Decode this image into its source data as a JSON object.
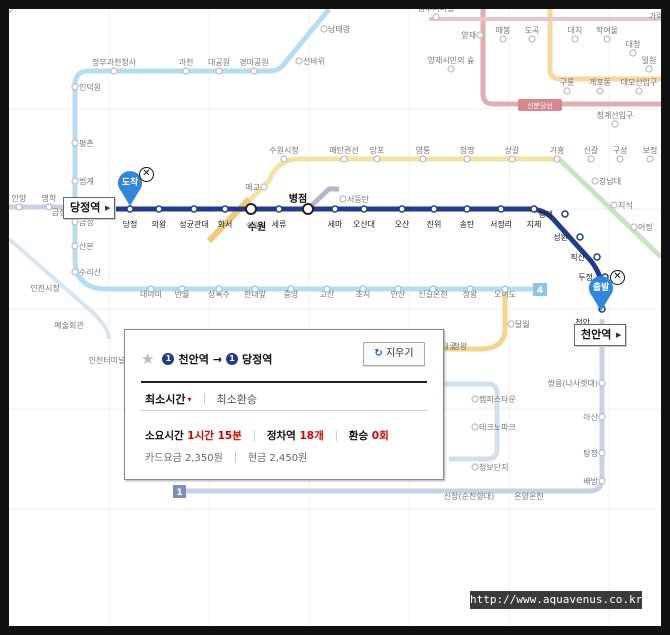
{
  "colors": {
    "line1": "#233a8e",
    "line1_light": "#c6d2e6",
    "line4": "#b7dcf0",
    "sinbundang": "#e0aeb2",
    "line3": "#f6d7a0",
    "bundang": "#f3e3a3",
    "gyeonggang": "#c6e6c0",
    "arrive_pin": "#2e86de",
    "accent_red": "#dd0000"
  },
  "stations": {
    "top": [
      "남부터미널",
      "양재",
      "매봉",
      "도곡",
      "대치",
      "학여울",
      "대청",
      "일원",
      "양재시민의 숲",
      "구룡",
      "개포동",
      "대모산입구",
      "청계산입구",
      "신분당선",
      "가락"
    ],
    "line4_upper": [
      "정부과천청사",
      "과천",
      "대공원",
      "경마공원",
      "선바위",
      "남태령",
      "인덕원",
      "평촌",
      "범계",
      "금정",
      "산본",
      "수리산"
    ],
    "line4_lower": [
      "대야미",
      "반월",
      "상록수",
      "한대앞",
      "중앙",
      "고잔",
      "초지",
      "안산",
      "신길온천",
      "정왕",
      "오이도"
    ],
    "bundang": [
      "수원시청",
      "매탄권선",
      "망포",
      "영통",
      "청명",
      "상갈",
      "기흥",
      "신갈",
      "구성",
      "보정",
      "매교",
      "수원"
    ],
    "line1_main": [
      "당정",
      "의왕",
      "성균관대",
      "화서",
      "수원",
      "세류",
      "병점",
      "세마",
      "오산대",
      "오산",
      "진위",
      "송탄",
      "서정리",
      "지제",
      "평택",
      "성환",
      "직산",
      "두정",
      "천안"
    ],
    "line1_branch": [
      "서동탄"
    ],
    "line1_west": [
      "안양",
      "명학",
      "금정"
    ],
    "west": [
      "인천시청",
      "예술회관",
      "인천터미널"
    ],
    "gyeonggang": [
      "강남대",
      "지석",
      "어정"
    ],
    "suin": [
      "달월",
      "월곶",
      "정왕",
      "오이도"
    ],
    "south": [
      "쌍용(나사렛대)",
      "아산",
      "탕정",
      "배방",
      "신창(순천향대)",
      "온양온천",
      "캠퍼스타운",
      "테크노파크",
      "청보단지"
    ]
  },
  "line_badges": {
    "line4": "4",
    "line1": "1",
    "line_sinbundang": "신분당선"
  },
  "map_labels": {
    "destination_tag": "당정역",
    "origin_tag": "천안역",
    "destination_pin": "도착",
    "origin_pin": "출발",
    "close_glyph": "✕"
  },
  "panel": {
    "from_line": "1",
    "from": "천안역",
    "arrow": "→",
    "to_line": "1",
    "to": "당정역",
    "clear_button": "지우기",
    "refresh_glyph": "↻",
    "star_glyph": "★",
    "caret_glyph": "▾",
    "tabs": [
      {
        "label": "최소시간",
        "active": true
      },
      {
        "label": "최소환승",
        "active": false
      }
    ],
    "stats": [
      {
        "label": "소요시간",
        "value": "1시간 15분"
      },
      {
        "label": "정차역",
        "value": "18개"
      },
      {
        "label": "환승",
        "value": "0회"
      }
    ],
    "fares": [
      {
        "label": "카드요금",
        "value": "2,350원"
      },
      {
        "label": "현금",
        "value": "2,450원"
      }
    ]
  },
  "watermark": "http://www.aquavenus.co.kr"
}
